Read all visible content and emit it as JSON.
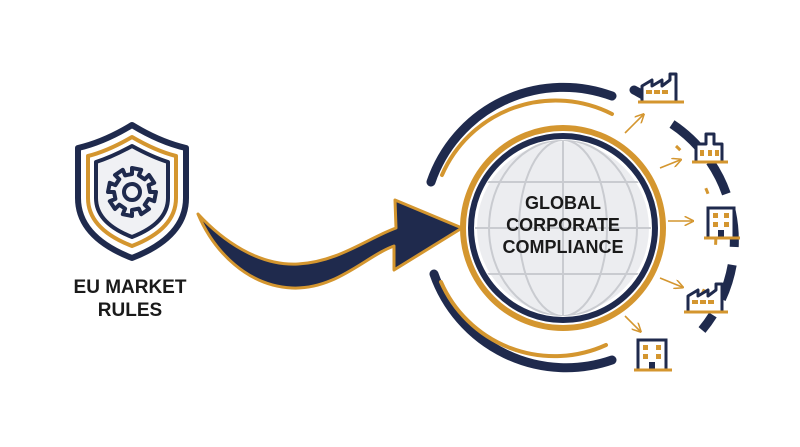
{
  "diagram": {
    "source": {
      "label_line1": "EU MARKET",
      "label_line2": "RULES",
      "icon": "shield-gear-icon"
    },
    "connector": {
      "icon": "curved-arrow-icon"
    },
    "center": {
      "line1": "GLOBAL",
      "line2": "CORPORATE",
      "line3": "COMPLIANCE",
      "icon": "globe-icon"
    },
    "entities": [
      {
        "icon": "factory-icon"
      },
      {
        "icon": "factory-chimney-icon"
      },
      {
        "icon": "office-building-icon"
      },
      {
        "icon": "factory-icon"
      },
      {
        "icon": "office-building-icon"
      }
    ]
  },
  "colors": {
    "navy": "#1f2a4d",
    "gold": "#d4962f",
    "globe_fill": "#ecedf0",
    "globe_lines": "#c9cbd0"
  }
}
